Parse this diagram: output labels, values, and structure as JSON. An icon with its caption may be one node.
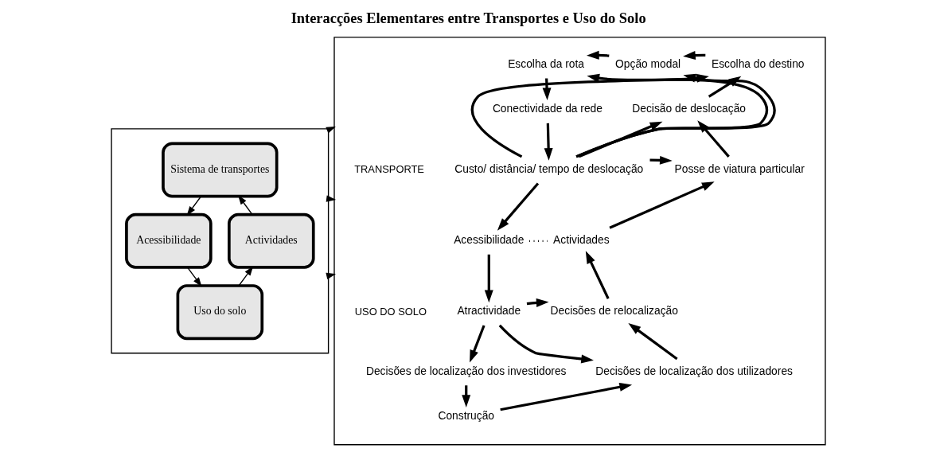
{
  "diagram": {
    "title": "Interacções Elementares entre Transportes e Uso do Solo",
    "nodes": [
      {
        "text": [],
        "shape": "box"
      },
      {
        "text": [
          "Sistema de transportes"
        ],
        "in": 0
      },
      {
        "text": [
          "Acessibilidade"
        ],
        "in": 0
      },
      {
        "text": [
          "Actividades"
        ],
        "in": 0
      },
      {
        "text": [
          "Uso do solo"
        ],
        "in": 0
      },
      {
        "text": [],
        "shape": "box"
      },
      {
        "text": [
          "Opção modal"
        ],
        "in": 5
      },
      {
        "text": [
          "Escolha da rota"
        ],
        "in": 5
      },
      {
        "text": [
          "Escolha do destino"
        ],
        "in": 5
      },
      {
        "text": [
          "Conectividade da rede"
        ],
        "in": 5
      },
      {
        "text": [
          "Decisão de deslocação"
        ],
        "in": 5
      },
      {
        "text": [
          "Custo/ distância/ tempo de deslocação"
        ],
        "in": 5
      },
      {
        "text": [
          "Posse de viatura particular"
        ],
        "in": 5
      },
      {
        "text": [
          "Acessibilidade"
        ],
        "in": 5
      },
      {
        "text": [
          "Actividades"
        ],
        "in": 5
      },
      {
        "text": [
          "Atractividade"
        ],
        "in": 5
      },
      {
        "text": [
          "Decisões de relocalização"
        ],
        "in": 5
      },
      {
        "text": [
          "Decisões de localização dos investidores"
        ],
        "in": 5
      },
      {
        "text": [
          "Decisões de localização dos utilizadores"
        ],
        "in": 5
      },
      {
        "text": [
          "Construção"
        ],
        "in": 5
      }
    ],
    "edges": [
      {
        "from": 1,
        "to": 2,
        "arrow": "to"
      },
      {
        "from": 2,
        "to": 4,
        "arrow": "to"
      },
      {
        "from": 4,
        "to": 3,
        "arrow": "to"
      },
      {
        "from": 3,
        "to": 1,
        "arrow": "to"
      },
      {
        "from": 0,
        "to": 5,
        "arrow": "to"
      },
      {
        "from": 0,
        "to": 5,
        "arrow": "to"
      },
      {
        "from": 0,
        "to": 5,
        "arrow": "to"
      },
      {
        "from": 6,
        "to": 7,
        "arrow": "to"
      },
      {
        "from": 8,
        "to": 6,
        "arrow": "to"
      },
      {
        "from": 7,
        "to": 9,
        "arrow": "to"
      },
      {
        "from": 9,
        "to": 11,
        "arrow": "to"
      },
      {
        "from": 11,
        "to": 7,
        "arrow": "to"
      },
      {
        "from": 11,
        "to": 6,
        "arrow": "to"
      },
      {
        "from": 11,
        "to": 8,
        "arrow": "to"
      },
      {
        "from": 11,
        "to": 10,
        "arrow": "to"
      },
      {
        "from": 11,
        "to": 12,
        "arrow": "to"
      },
      {
        "from": 10,
        "to": 8,
        "arrow": "to"
      },
      {
        "from": 12,
        "to": 10,
        "arrow": "to"
      },
      {
        "from": 14,
        "to": 12,
        "arrow": "to"
      },
      {
        "from": 11,
        "to": 13,
        "arrow": "to"
      },
      {
        "from": 13,
        "to": 14,
        "arrow": "none",
        "style": "dashed"
      },
      {
        "from": 13,
        "to": 15,
        "arrow": "to"
      },
      {
        "from": 15,
        "to": 16,
        "arrow": "to"
      },
      {
        "from": 15,
        "to": 18,
        "arrow": "to"
      },
      {
        "from": 15,
        "to": 17,
        "arrow": "to"
      },
      {
        "from": 17,
        "to": 19,
        "arrow": "to"
      },
      {
        "from": 19,
        "to": 18,
        "arrow": "to"
      },
      {
        "from": 18,
        "to": 16,
        "arrow": "to"
      },
      {
        "from": 16,
        "to": 14,
        "arrow": "to"
      }
    ],
    "labels": [
      "TRANSPORTE",
      "USO DO SOLO"
    ]
  }
}
